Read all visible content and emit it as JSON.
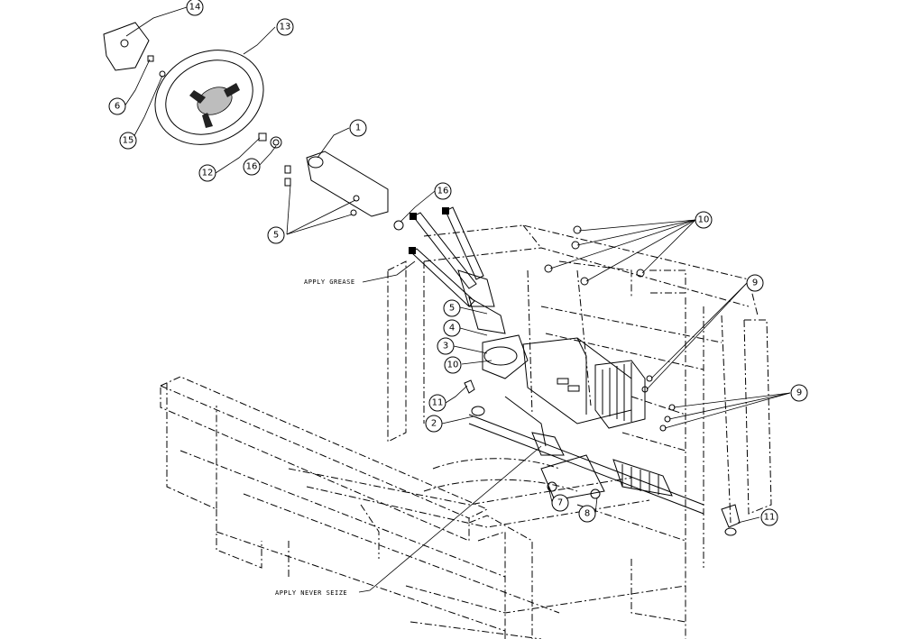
{
  "callouts": {
    "c1": "1",
    "c2": "2",
    "c3": "3",
    "c4": "4",
    "c5a": "5",
    "c5b": "5",
    "c6": "6",
    "c7": "7",
    "c8": "8",
    "c9a": "9",
    "c9b": "9",
    "c10a": "10",
    "c10b": "10",
    "c11a": "11",
    "c11b": "11",
    "c12": "12",
    "c13": "13",
    "c14": "14",
    "c15": "15",
    "c16a": "16",
    "c16b": "16"
  },
  "notes": {
    "grease": "APPLY GREASE",
    "never_seize": "APPLY NEVER SEIZE"
  }
}
